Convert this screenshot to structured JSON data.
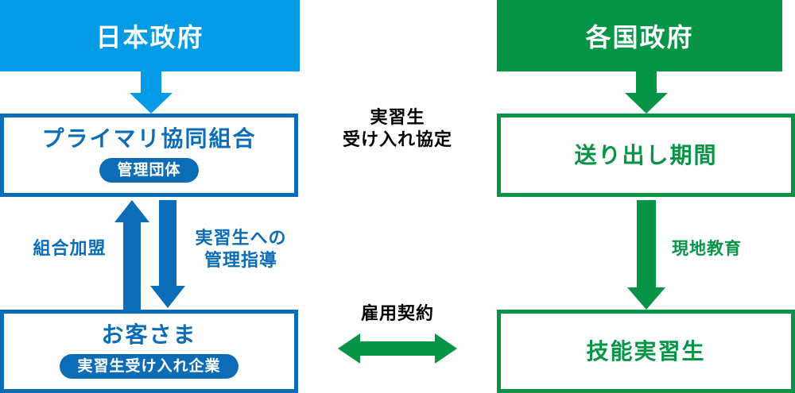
{
  "diagram": {
    "title_left": "日本政府",
    "title_right": "各国政府",
    "colors": {
      "light_blue": "#039be5",
      "dark_blue": "#0b6cb8",
      "pill_blue": "#0d6cb6",
      "green": "#069447",
      "text_black": "#000000",
      "white": "#ffffff"
    }
  },
  "left_column": {
    "header": {
      "label": "日本政府"
    },
    "primary_box": {
      "title": "プライマリ協同組合",
      "badge": "管理団体"
    },
    "customer_box": {
      "title": "お客さま",
      "badge": "実習生受け入れ企業"
    },
    "edges": {
      "gov_to_primary": "",
      "union_membership": "組合加盟",
      "trainee_guidance": "実習生への\n管理指導"
    }
  },
  "right_column": {
    "header": {
      "label": "各国政府"
    },
    "sending_box": {
      "title": "送り出し期間"
    },
    "trainee_box": {
      "title": "技能実習生"
    },
    "edges": {
      "local_education": "現地教育"
    }
  },
  "center_edges": {
    "acceptance_agreement": "実習生\n受け入れ協定",
    "employment_contract": "雇用契約"
  }
}
